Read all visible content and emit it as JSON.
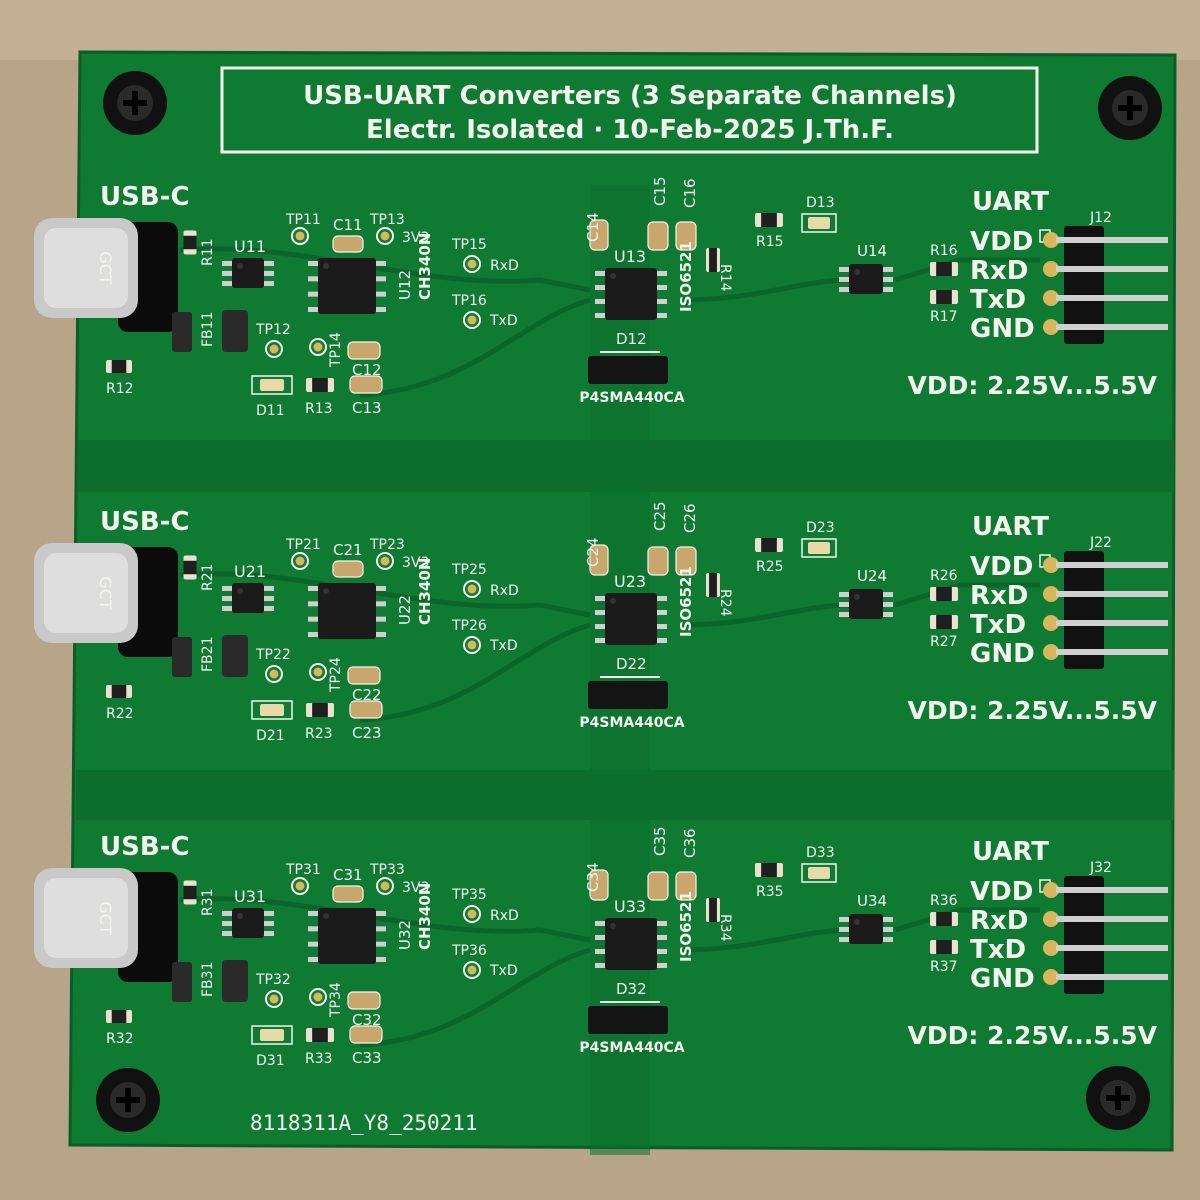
{
  "board": {
    "title_line1": "USB-UART Converters (3 Separate Channels)",
    "title_line2": "Electr. Isolated · 10-Feb-2025 J.Th.F.",
    "part_number": "8118311A_Y8_250211",
    "colors": {
      "pcb": "#0f7a32",
      "silk": "#f4f4ee",
      "pad": "#d8b65e",
      "chip": "#1b1b1b"
    }
  },
  "channels": [
    {
      "usb_label": "USB-C",
      "connector_text": "GCT",
      "uart_title": "UART",
      "pins": [
        "VDD",
        "RxD",
        "TxD",
        "GND"
      ],
      "vdd_note": "VDD: 2.25V...5.5V",
      "tp_rx": "RxD",
      "tp_tx": "TxD",
      "v3": "3V3",
      "chip_name": "CH340N",
      "iso_name": "ISO6521",
      "diode_name": "P4SMA440CA",
      "refs": {
        "R1": "R11",
        "U1": "U11",
        "FB": "FB11",
        "R2": "R12",
        "TPa": "TP11",
        "C1": "C11",
        "TPb": "TP13",
        "U2": "U12",
        "TPc": "TP12",
        "TPd": "TP14",
        "C2": "C12",
        "D1": "D11",
        "R3": "R13",
        "C3": "C13",
        "TPe": "TP15",
        "TPf": "TP16",
        "C4": "C14",
        "C5": "C15",
        "C6": "C16",
        "U3": "U13",
        "R4": "R14",
        "D2": "D12",
        "R5": "R15",
        "D3": "D13",
        "U4": "U14",
        "R6": "R16",
        "R7": "R17",
        "J": "J12"
      }
    },
    {
      "usb_label": "USB-C",
      "connector_text": "GCT",
      "uart_title": "UART",
      "pins": [
        "VDD",
        "RxD",
        "TxD",
        "GND"
      ],
      "vdd_note": "VDD: 2.25V...5.5V",
      "tp_rx": "RxD",
      "tp_tx": "TxD",
      "v3": "3V3",
      "chip_name": "CH340N",
      "iso_name": "ISO6521",
      "diode_name": "P4SMA440CA",
      "refs": {
        "R1": "R21",
        "U1": "U21",
        "FB": "FB21",
        "R2": "R22",
        "TPa": "TP21",
        "C1": "C21",
        "TPb": "TP23",
        "U2": "U22",
        "TPc": "TP22",
        "TPd": "TP24",
        "C2": "C22",
        "D1": "D21",
        "R3": "R23",
        "C3": "C23",
        "TPe": "TP25",
        "TPf": "TP26",
        "C4": "C24",
        "C5": "C25",
        "C6": "C26",
        "U3": "U23",
        "R4": "R24",
        "D2": "D22",
        "R5": "R25",
        "D3": "D23",
        "U4": "U24",
        "R6": "R26",
        "R7": "R27",
        "J": "J22"
      }
    },
    {
      "usb_label": "USB-C",
      "connector_text": "GCT",
      "uart_title": "UART",
      "pins": [
        "VDD",
        "RxD",
        "TxD",
        "GND"
      ],
      "vdd_note": "VDD: 2.25V...5.5V",
      "tp_rx": "RxD",
      "tp_tx": "TxD",
      "v3": "3V3",
      "chip_name": "CH340N",
      "iso_name": "ISO6521",
      "diode_name": "P4SMA440CA",
      "refs": {
        "R1": "R31",
        "U1": "U31",
        "FB": "FB31",
        "R2": "R32",
        "TPa": "TP31",
        "C1": "C31",
        "TPb": "TP33",
        "U2": "U32",
        "TPc": "TP32",
        "TPd": "TP34",
        "C2": "C32",
        "D1": "D31",
        "R3": "R33",
        "C3": "C33",
        "TPe": "TP35",
        "TPf": "TP36",
        "C4": "C34",
        "C5": "C35",
        "C6": "C36",
        "U3": "U33",
        "R4": "R34",
        "D2": "D32",
        "R5": "R35",
        "D3": "D33",
        "U4": "U34",
        "R6": "R36",
        "R7": "R37",
        "J": "J32"
      }
    }
  ]
}
